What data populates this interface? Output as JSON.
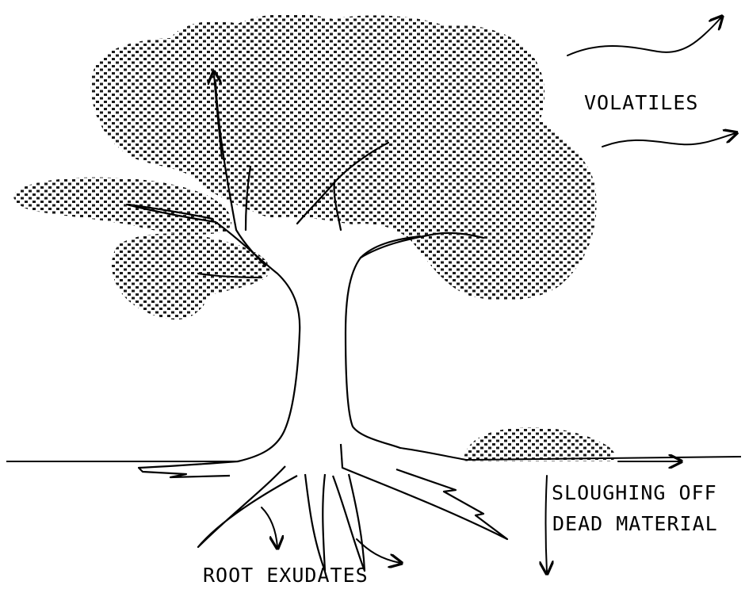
{
  "labels": {
    "volatiles": "VOLATILES",
    "sloughing_line1": "SLOUGHING OFF",
    "sloughing_line2": "DEAD MATERIAL",
    "root_exudates": "ROOT EXUDATES"
  },
  "colors": {
    "ink": "#000000",
    "background": "#ffffff",
    "foliage_dots": "#1a1a1a"
  }
}
